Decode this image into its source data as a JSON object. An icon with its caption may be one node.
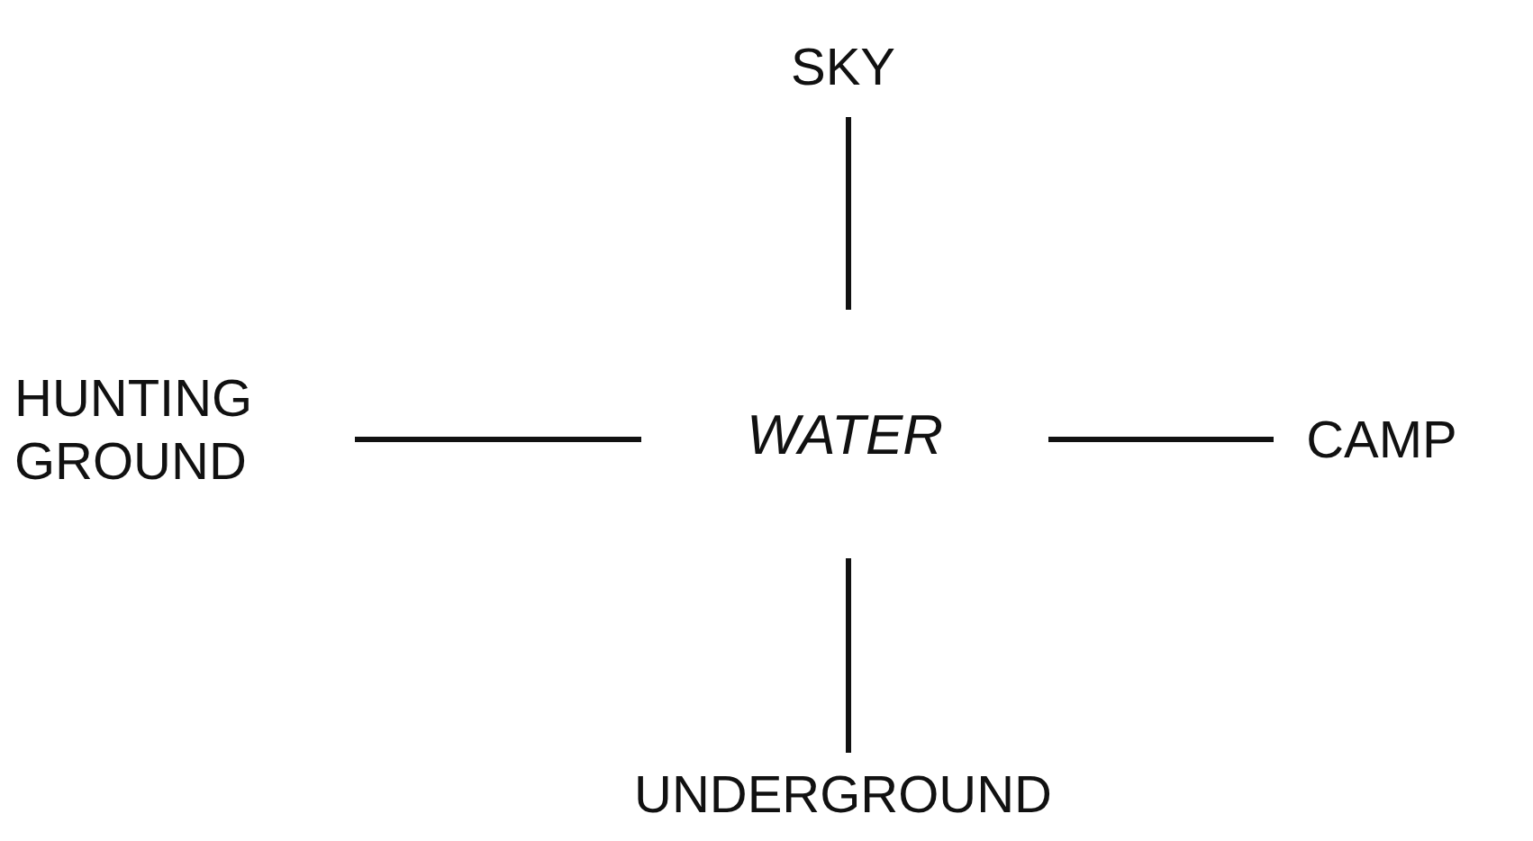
{
  "diagram": {
    "nodes": [
      {
        "text": [
          "SKY"
        ]
      },
      {
        "text": [
          "HUNTING GROUND"
        ]
      },
      {
        "text": [
          "WATER"
        ]
      },
      {
        "text": [
          "CAMP"
        ]
      },
      {
        "text": [
          "UNDERGROUND"
        ]
      }
    ],
    "edges": [
      {
        "from": 2,
        "to": 0,
        "arrow": "none"
      },
      {
        "from": 2,
        "to": 1,
        "arrow": "none"
      },
      {
        "from": 2,
        "to": 3,
        "arrow": "none"
      },
      {
        "from": 2,
        "to": 4,
        "arrow": "none"
      }
    ]
  }
}
